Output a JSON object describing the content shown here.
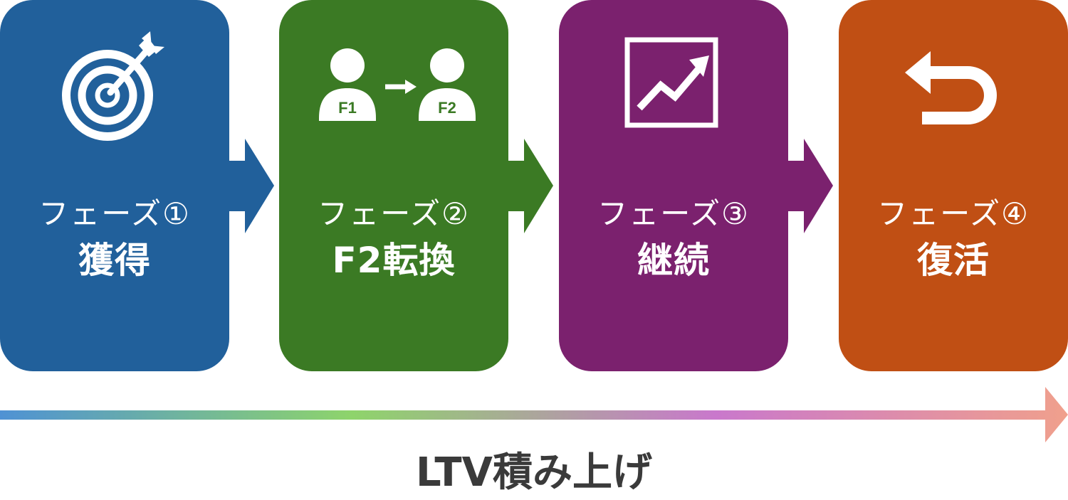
{
  "phases": [
    {
      "label": "フェーズ①",
      "name": "獲得",
      "color": "#21609b",
      "icon": "target-icon"
    },
    {
      "label": "フェーズ②",
      "name": "F2転換",
      "color": "#3b7a24",
      "icon": "customer-transition-icon",
      "icon_text": {
        "from": "F1",
        "to": "F2"
      }
    },
    {
      "label": "フェーズ③",
      "name": "継続",
      "color": "#7b216e",
      "icon": "growth-chart-icon"
    },
    {
      "label": "フェーズ④",
      "name": "復活",
      "color": "#c04f14",
      "icon": "return-arrow-icon"
    }
  ],
  "timeline": {
    "caption": "LTV積み上げ",
    "gradient": [
      "#4f92d4",
      "#8ed46b",
      "#c978cc",
      "#f0a08c"
    ]
  }
}
